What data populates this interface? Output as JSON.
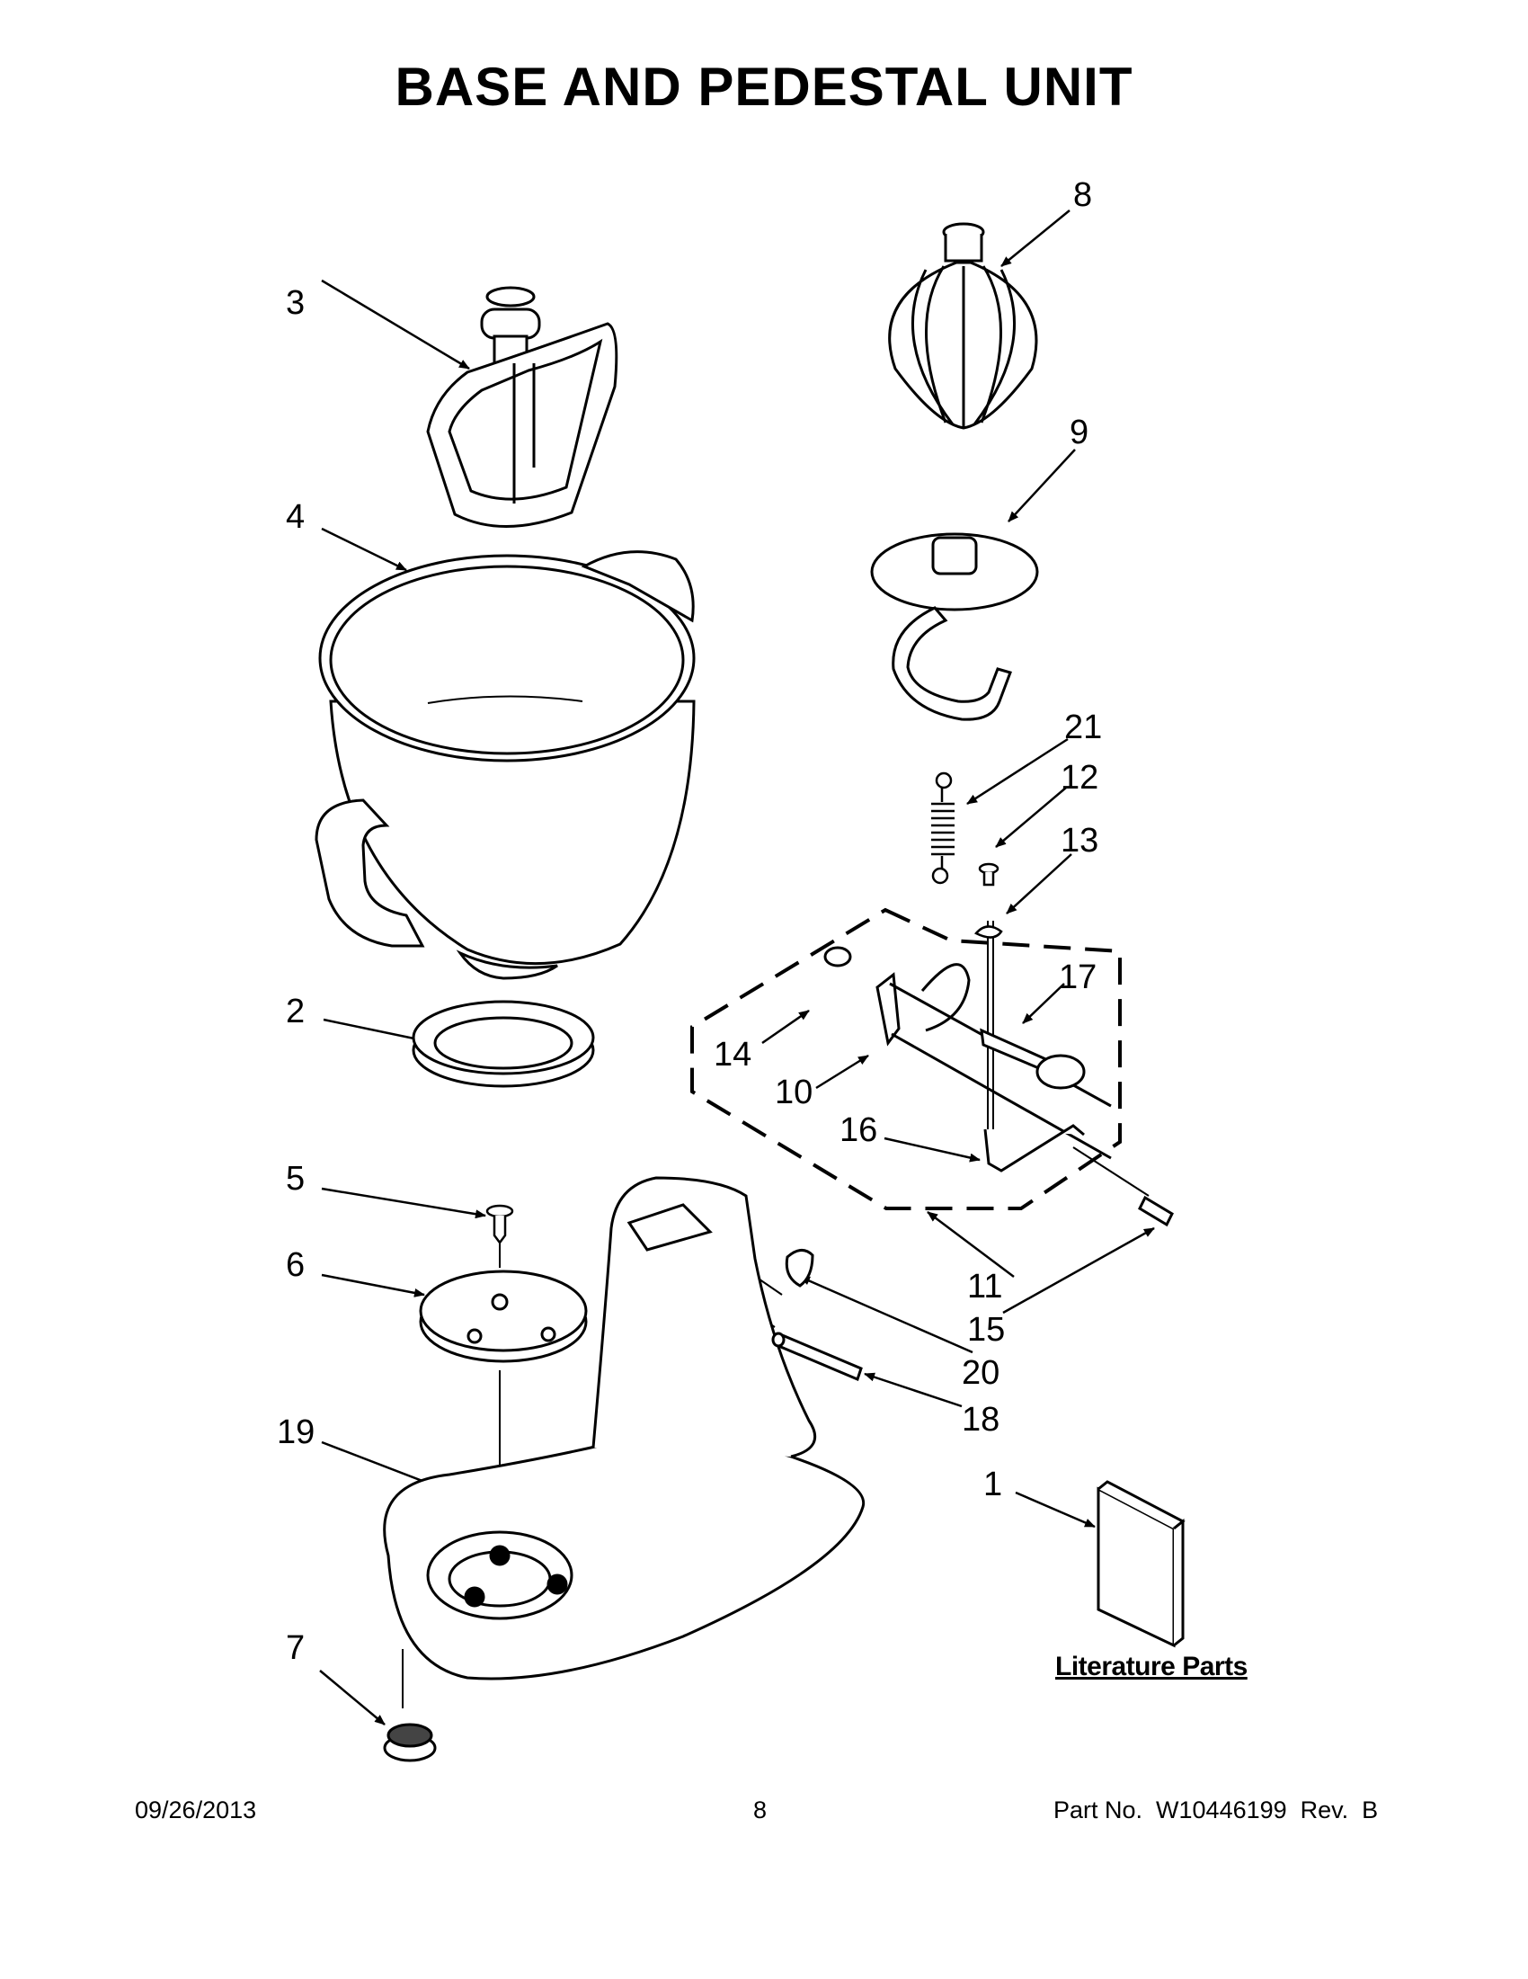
{
  "title": "BASE AND PEDESTAL UNIT",
  "callouts": [
    {
      "id": "c3",
      "text": "3"
    },
    {
      "id": "c4",
      "text": "4"
    },
    {
      "id": "c2",
      "text": "2"
    },
    {
      "id": "c5",
      "text": "5"
    },
    {
      "id": "c6",
      "text": "6"
    },
    {
      "id": "c19",
      "text": "19"
    },
    {
      "id": "c7",
      "text": "7"
    },
    {
      "id": "c8",
      "text": "8"
    },
    {
      "id": "c9",
      "text": "9"
    },
    {
      "id": "c21",
      "text": "21"
    },
    {
      "id": "c12",
      "text": "12"
    },
    {
      "id": "c13",
      "text": "13"
    },
    {
      "id": "c17",
      "text": "17"
    },
    {
      "id": "c14",
      "text": "14"
    },
    {
      "id": "c10",
      "text": "10"
    },
    {
      "id": "c16",
      "text": "16"
    },
    {
      "id": "c11",
      "text": "11"
    },
    {
      "id": "c15",
      "text": "15"
    },
    {
      "id": "c20",
      "text": "20"
    },
    {
      "id": "c18",
      "text": "18"
    },
    {
      "id": "c1",
      "text": "1"
    }
  ],
  "literature_label": "Literature Parts",
  "footer": {
    "date": "09/26/2013",
    "page": "8",
    "part_no": "Part No.  W10446199  Rev.  B"
  }
}
